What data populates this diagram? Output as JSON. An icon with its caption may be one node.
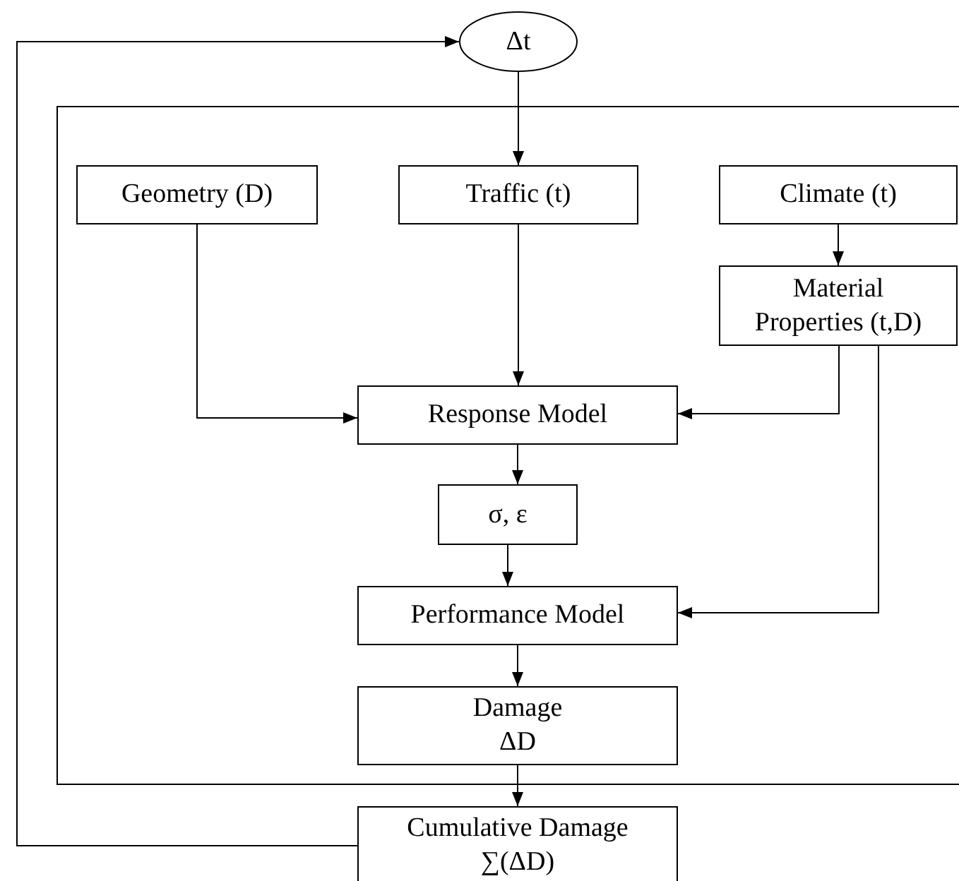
{
  "diagram": {
    "nodes": [
      {
        "text": [
          "Δt"
        ]
      },
      {
        "text": [],
        "shape": "box"
      },
      {
        "text": [
          "Geometry (D)"
        ],
        "in": 1
      },
      {
        "text": [
          "Traffic (t)"
        ],
        "in": 1
      },
      {
        "text": [
          "Climate (t)"
        ],
        "in": 1
      },
      {
        "text": [
          "Material Properties (t,D)"
        ],
        "in": 1
      },
      {
        "text": [
          "Response Model"
        ],
        "in": 1
      },
      {
        "text": [
          "σ, ε"
        ],
        "in": 1
      },
      {
        "text": [
          "Performance Model"
        ],
        "in": 1
      },
      {
        "text": [
          "Damage ΔD"
        ],
        "in": 1
      },
      {
        "text": [
          "Cumulative Damage ∑(ΔD)"
        ]
      }
    ],
    "edges": [
      {
        "from": 0,
        "to": 3,
        "arrow": "to"
      },
      {
        "from": 2,
        "to": 6,
        "arrow": "to"
      },
      {
        "from": 3,
        "to": 6,
        "arrow": "to"
      },
      {
        "from": 4,
        "to": 5,
        "arrow": "to"
      },
      {
        "from": 5,
        "to": 6,
        "arrow": "to"
      },
      {
        "from": 5,
        "to": 8,
        "arrow": "to"
      },
      {
        "from": 6,
        "to": 7,
        "arrow": "to"
      },
      {
        "from": 7,
        "to": 8,
        "arrow": "to"
      },
      {
        "from": 8,
        "to": 9,
        "arrow": "to"
      },
      {
        "from": 9,
        "to": 10,
        "arrow": "to"
      },
      {
        "from": 10,
        "to": 0,
        "arrow": "to"
      }
    ]
  }
}
